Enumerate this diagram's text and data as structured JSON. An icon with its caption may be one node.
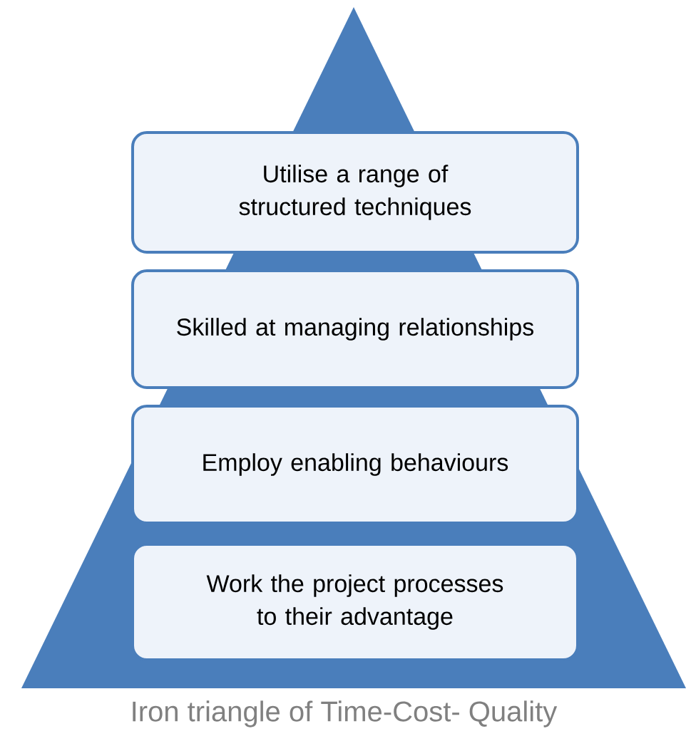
{
  "diagram": {
    "caption": "Iron triangle of Time-Cost- Quality",
    "nodes": [
      {
        "text": [
          "Utilise a range of structured techniques"
        ]
      },
      {
        "text": [
          "Skilled at managing relationships"
        ]
      },
      {
        "text": [
          "Employ enabling behaviours"
        ]
      },
      {
        "text": [
          "Work the project processes to their advantage"
        ]
      }
    ]
  }
}
